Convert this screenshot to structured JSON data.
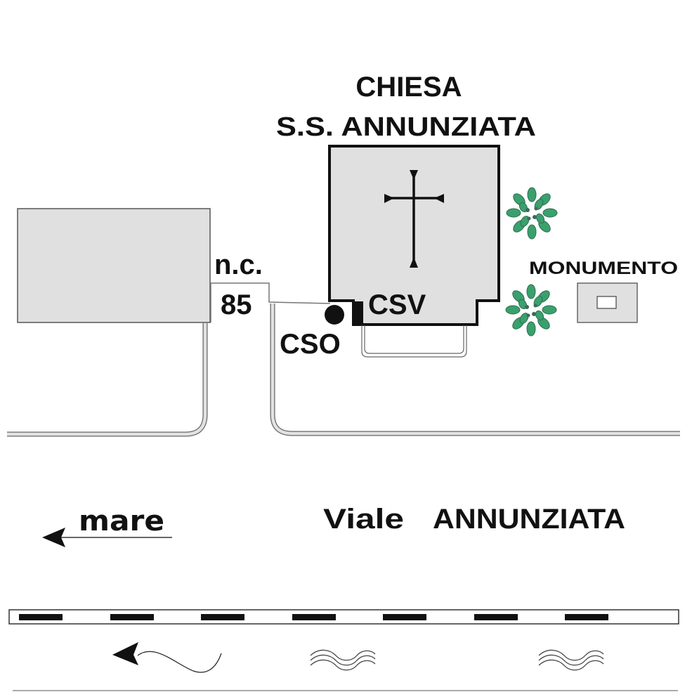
{
  "map": {
    "church": {
      "title_line1": "CHIESA",
      "title_line2": "S.S. ANNUNZIATA",
      "symbol": "cross-icon"
    },
    "house_number": {
      "prefix": "n.c.",
      "number": "85"
    },
    "markers": {
      "cso": "CSO",
      "csv": "CSV"
    },
    "monument": {
      "label": "MONUMENTO"
    },
    "direction": {
      "label": "mare",
      "icon": "arrow-left-icon"
    },
    "street": {
      "prefix": "Viale",
      "name": "ANNUNZIATA"
    },
    "legend_icons": [
      "curved-arrow-left-icon",
      "waves-icon",
      "waves-icon"
    ],
    "colors": {
      "building_fill": "#e0e0e0",
      "outline": "#111111",
      "tree_leaf": "#3a9a6a",
      "tree_dark": "#3b6b5c",
      "road_line": "#999999"
    }
  }
}
